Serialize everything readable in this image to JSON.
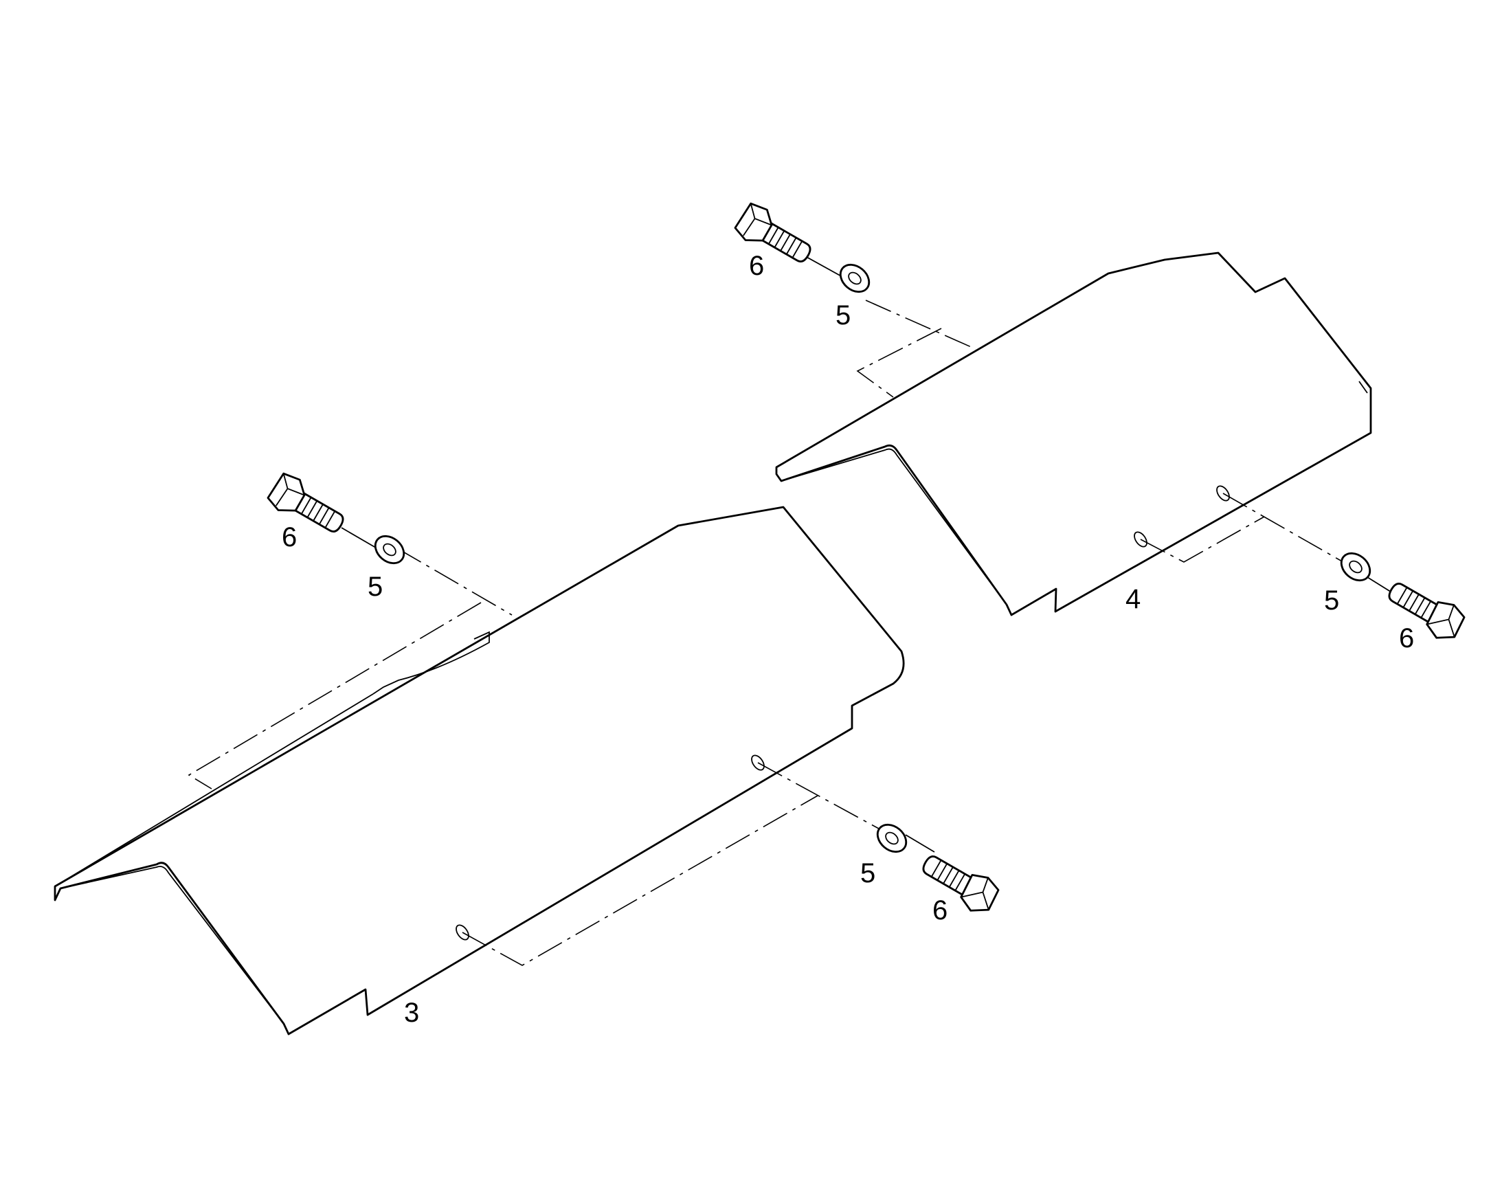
{
  "callouts": {
    "shield_left": "3",
    "shield_right": "4",
    "washer_upper_left": "5",
    "bolt_upper_left": "6",
    "washer_lower_left": "5",
    "bolt_lower_left": "6",
    "washer_upper_right": "5",
    "bolt_upper_right": "6",
    "washer_lower_right": "5",
    "bolt_lower_right": "6"
  }
}
